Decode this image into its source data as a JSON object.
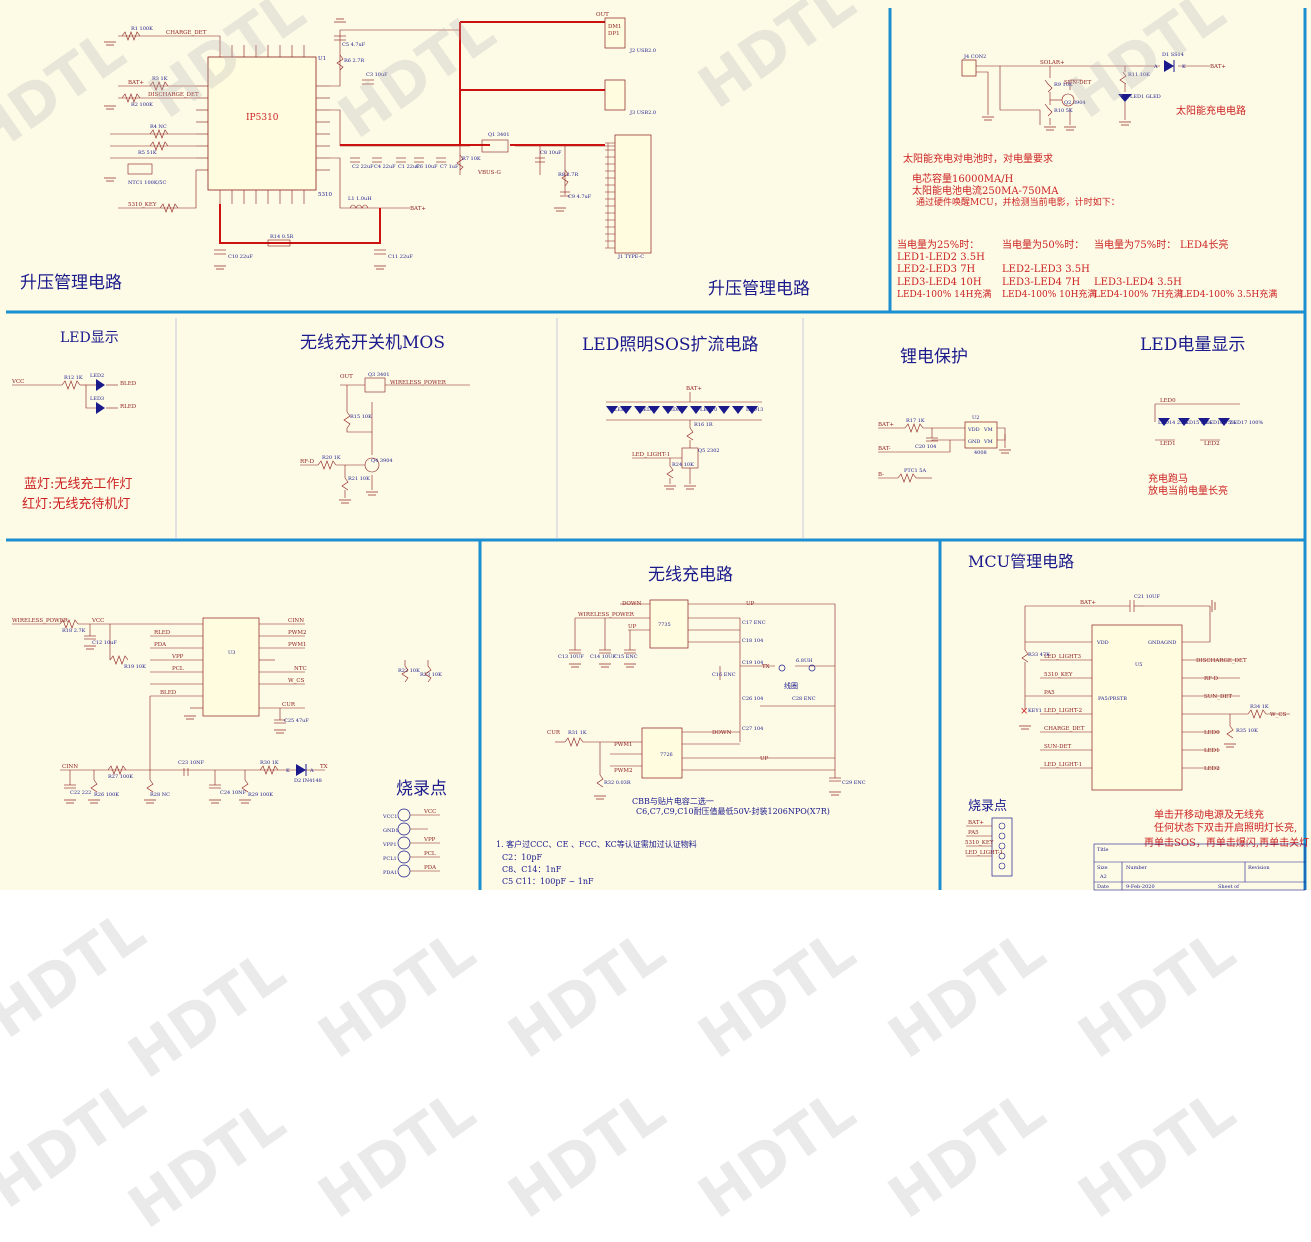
{
  "watermark": "HDTL",
  "panels": {
    "boost": {
      "title_left": "升压管理电路",
      "title_right": "升压管理电路",
      "ic_name": "IP5310",
      "ic_ref": "U1",
      "ic_sub": "5310",
      "nets": [
        "CHARGE_DET",
        "BAT+",
        "DISCHARGE_DET",
        "5310_KEY",
        "OUT",
        "VBUS-G",
        "BAT+"
      ],
      "parts": [
        "R1 100K",
        "R2 100K",
        "R3 1K",
        "R4 NC",
        "R5 51K",
        "NTC1 100K/5C",
        "R6 2.7R",
        "C3 10uF",
        "C5 4.7uF",
        "L1 1.0uH",
        "R14 0.5R",
        "C10 22uF",
        "C11 22uF",
        "Q1 3401",
        "C8 10uF",
        "R8 2.7R",
        "C9 4.7uF",
        "R7 10K",
        "C7 1uF",
        "C6 10uF",
        "C2 22uF",
        "C4 22uF",
        "C1 22uF"
      ],
      "connectors": [
        "J2 USB2.0",
        "J3 USB2.0",
        "J1 TYPE-C"
      ],
      "usb_nets": [
        "DM1",
        "DP1"
      ]
    },
    "solar": {
      "title": "太阳能充电电路",
      "parts": [
        "J4 CON2",
        "D1 SS14",
        "R9 10K",
        "R10 5K",
        "Q2 3904",
        "R11 10K",
        "LED1 GLED"
      ],
      "nets": [
        "SOLAR+",
        "SUN-DET",
        "BAT+"
      ],
      "diode_pins": [
        "A",
        "K"
      ],
      "note_title": "太阳能充电对电池时，对电量要求",
      "note_lines": [
        "电芯容量16000MA/H",
        "太阳能电池电流250MA-750MA",
        "通过硬件唤醒MCU，并检测当前电影，计时如下："
      ],
      "table_headers": [
        "当电量为25%时：",
        "当电量为50%时：",
        "当电量为75%时：",
        "LED4长亮"
      ],
      "table_col1": [
        "LED1-LED2  3.5H",
        "LED2-LED3  7H",
        "LED3-LED4  10H",
        "LED4-100%  14H充满"
      ],
      "table_col2": [
        "LED2-LED3  3.5H",
        "LED3-LED4  7H",
        "LED4-100%  10H充满"
      ],
      "table_col3": [
        "LED3-LED4  3.5H",
        "LED4-100%  7H充满"
      ],
      "table_col4": [
        "LED4-100%  3.5H充满"
      ]
    },
    "led_display": {
      "title": "LED显示",
      "parts": [
        "R12 1K",
        "LED2",
        "LED3"
      ],
      "nets": [
        "VCC",
        "BLED",
        "RLED"
      ],
      "note1": "蓝灯:无线充工作灯",
      "note2": "红灯:无线充待机灯"
    },
    "mos": {
      "title": "无线充开关机MOS",
      "parts": [
        "Q3 3401",
        "R15 10K",
        "R20 1K",
        "R21 10K",
        "Q4 3904"
      ],
      "nets": [
        "OUT",
        "WIRELESS_POWER",
        "RF-D"
      ]
    },
    "sos": {
      "title": "LED照明SOS扩流电路",
      "parts": [
        "R16 1R",
        "Q5 2302",
        "R24 10K"
      ],
      "nets": [
        "BAT+",
        "LED_LIGHT-1"
      ],
      "led_labels": [
        "LED3",
        "LED4",
        "LED5",
        "LED6",
        "LED7",
        "LED8",
        "LED9",
        "LED10",
        "LED11",
        "LED12",
        "LED13"
      ]
    },
    "protect": {
      "title": "锂电保护",
      "ic": "4008",
      "ic_ref": "U2",
      "pins": [
        "VDD",
        "VM",
        "GND"
      ],
      "parts": [
        "R17 1K",
        "C20 104",
        "PTC1 5A"
      ],
      "nets": [
        "BAT+",
        "BAT-",
        "B-"
      ]
    },
    "level": {
      "title": "LED电量显示",
      "leds": [
        "LED14 25%",
        "LED15 50%",
        "LED16 75%",
        "LED17 100%"
      ],
      "nets": [
        "LED0",
        "LED1",
        "LED2"
      ],
      "note1": "充电跑马",
      "note2": "放电当前电量长亮"
    },
    "bottom_left": {
      "ic_ref": "U3",
      "left_pins": [
        "RLED",
        "PDA",
        "VPP",
        "PCL",
        "",
        "BLED"
      ],
      "right_pins": [
        "CINN",
        "PWM2",
        "PWM1",
        "",
        "NTC",
        "W_CS",
        "CUR"
      ],
      "parts": [
        "R18 2.7K",
        "C12 10uF",
        "R19 10K",
        "R22 10K",
        "R23 10K",
        "R27 100K",
        "R26 100K",
        "R28 NC",
        "R29 100K",
        "C22 222",
        "C23 10NF",
        "C24 10NF",
        "R30 1K",
        "D2 IN4148",
        "C25 47uF"
      ],
      "nets": [
        "WIRELESS_POWER",
        "VCC",
        "CINN",
        "TX"
      ],
      "diode_pins": [
        "K",
        "A"
      ],
      "burn_title": "烧录点",
      "burn_pins": [
        "VCC",
        "GND",
        "VPP",
        "PCL",
        "PDA"
      ],
      "burn_refs": [
        "VCC1",
        "GND1",
        "VPP1",
        "PCL1",
        "PDA1"
      ]
    },
    "wireless": {
      "title": "无线充电路",
      "ic1": "7735",
      "ic2": "7726",
      "parts": [
        "C13 10UF",
        "C14 10UF",
        "C15 ENC",
        "C16 ENC",
        "C17 ENC",
        "C18 104",
        "C19 104",
        "C26 104",
        "C27 104",
        "C28 ENC",
        "C29 ENC",
        "R31 1K",
        "R32 0.03R"
      ],
      "nets": [
        "DOWN",
        "WIRELESS_POWER",
        "UP",
        "CUR",
        "PWM1",
        "PWM2",
        "TX"
      ],
      "coil": "线圈",
      "coil_value": "6.8UH",
      "note": "CBB与贴片电容二选一",
      "note2": "C6,C7,C9,C10耐压值最低50V-封装1206NPO(X7R)",
      "cert_lines": [
        "1. 客户过CCC、CE 、FCC、KC等认证需加过认证物料",
        "C2：10pF",
        "C8、C14：1nF",
        "C5 C11：100pF ~ 1nF"
      ]
    },
    "mcu": {
      "title": "MCU管理电路",
      "ic_ref": "U5",
      "left_pins": [
        "VDD",
        "LED_LIGHT3",
        "5310_KEY",
        "PA5",
        "LED_LIGHT-2",
        "CHARGE_DET",
        "SUN-DET",
        "LED_LIGHT-1"
      ],
      "right_pins": [
        "GNDAGND",
        "DISCHARGE_DET",
        "RF-D",
        "SUN_DET",
        "W_CS",
        "LED0",
        "LED1",
        "LED2"
      ],
      "parts": [
        "C21 10UF",
        "R33 47K",
        "KEY1",
        "R34 1K",
        "R35 10K"
      ],
      "nets": [
        "BAT+",
        "W_CS"
      ],
      "pin_center": "PA5/PRSTB",
      "burn_title": "烧录点",
      "burn_pins": [
        "BAT+",
        "PA5",
        "5310_KEY",
        "LED_LIGHT-1"
      ],
      "note_lines": [
        "单击开移动电源及无线充",
        "任何状态下双击开启照明灯长亮,",
        "再单击SOS，再单击爆闪,再单击关灯"
      ],
      "titleblock": {
        "title": "Title",
        "size": "Size",
        "size_val": "A2",
        "number": "Number",
        "revision": "Revision",
        "date": "Date",
        "date_val": "9-Feb-2020",
        "sheet": "Sheet   of"
      }
    }
  },
  "colors": {
    "panel_bg": "#fdfae6",
    "divider": "#1b8fd0",
    "wire": "#8b1a1a",
    "thick_wire": "#cc1111",
    "ink": "#1a1a8c",
    "note": "#cc2222"
  }
}
